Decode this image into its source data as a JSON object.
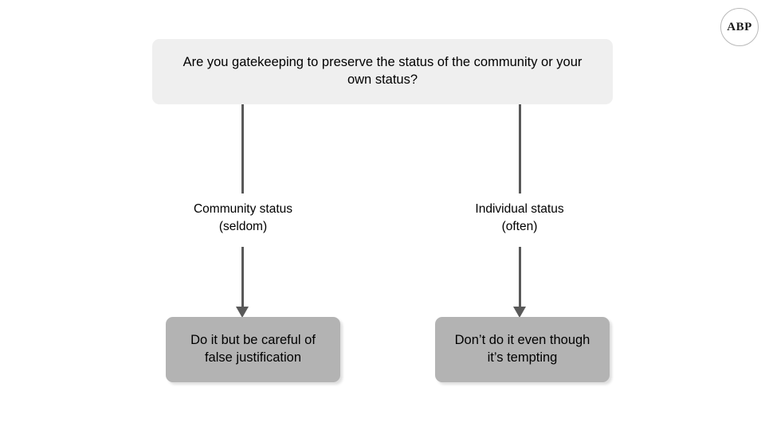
{
  "logo": {
    "text": "ABP",
    "shape": "circle-badge"
  },
  "diagram": {
    "type": "flowchart",
    "question": {
      "label": "Are you gatekeeping to preserve the status of the community or your own status?",
      "fill_color": "#EFEFEF",
      "text_color": "#000000"
    },
    "branches": [
      {
        "label": "Community status\n(seldom)",
        "outcome": "Do it but be careful of false justification",
        "outcome_fill_color": "#B3B3B3"
      },
      {
        "label": "Individual status\n(often)",
        "outcome": "Don’t do it even though it’s tempting",
        "outcome_fill_color": "#B3B3B3"
      }
    ],
    "connector_color": "#595959",
    "background_color": "#FFFFFF"
  }
}
